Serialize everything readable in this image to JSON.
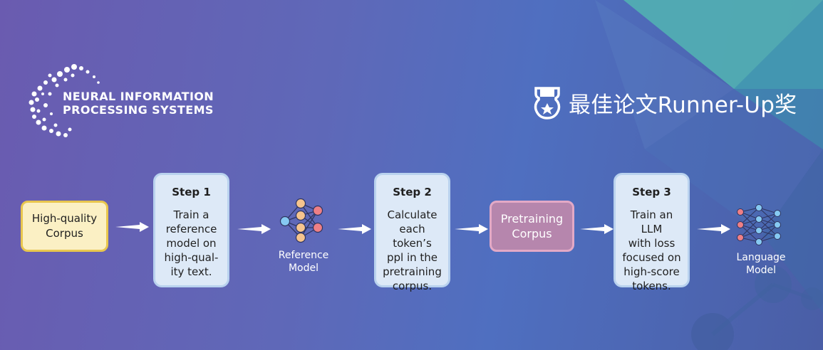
{
  "logo": {
    "line1": "NEURAL INFORMATION",
    "line2": "PROCESSING SYSTEMS"
  },
  "award": {
    "icon": "trophy-badge-icon",
    "text": "最佳论文Runner-Up奖"
  },
  "colors": {
    "corpus_fill": "#fbf0c4",
    "corpus_border": "#e8c64e",
    "step_fill": "#dde9f7",
    "step_border": "#b9d2ee",
    "pretraining_fill": "#b686ad",
    "pretraining_border": "#e3a9c6",
    "node_orange": "#f6c48e",
    "node_red": "#ee7f86",
    "node_blue": "#86c9f2"
  },
  "flow": {
    "corpus": {
      "line1": "High-quality",
      "line2": "Corpus"
    },
    "step1": {
      "title": "Step 1",
      "lines": [
        "Train a",
        "reference",
        "model on",
        "high-qual-",
        "ity text."
      ]
    },
    "reference_model": {
      "line1": "Reference",
      "line2": "Model"
    },
    "step2": {
      "title": "Step 2",
      "lines": [
        "Calculate",
        "each token’s",
        "ppl in the",
        "pretraining",
        "corpus."
      ]
    },
    "pretraining": {
      "line1": "Pretraining",
      "line2": "Corpus"
    },
    "step3": {
      "title": "Step 3",
      "lines": [
        "Train an LLM",
        "with loss",
        "focused on",
        "high-score",
        "tokens."
      ]
    },
    "language_model": {
      "line1": "Language",
      "line2": "Model"
    }
  }
}
